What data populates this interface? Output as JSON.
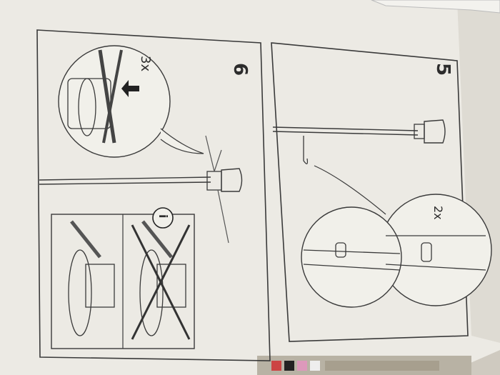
{
  "step_left": {
    "number": "6",
    "count": "3x",
    "info": "i"
  },
  "step_right": {
    "number": "5",
    "count": "2x"
  },
  "colors": {
    "paper": "#eeede8",
    "line": "#3a3a3a",
    "bg": "#d8d4cc"
  }
}
